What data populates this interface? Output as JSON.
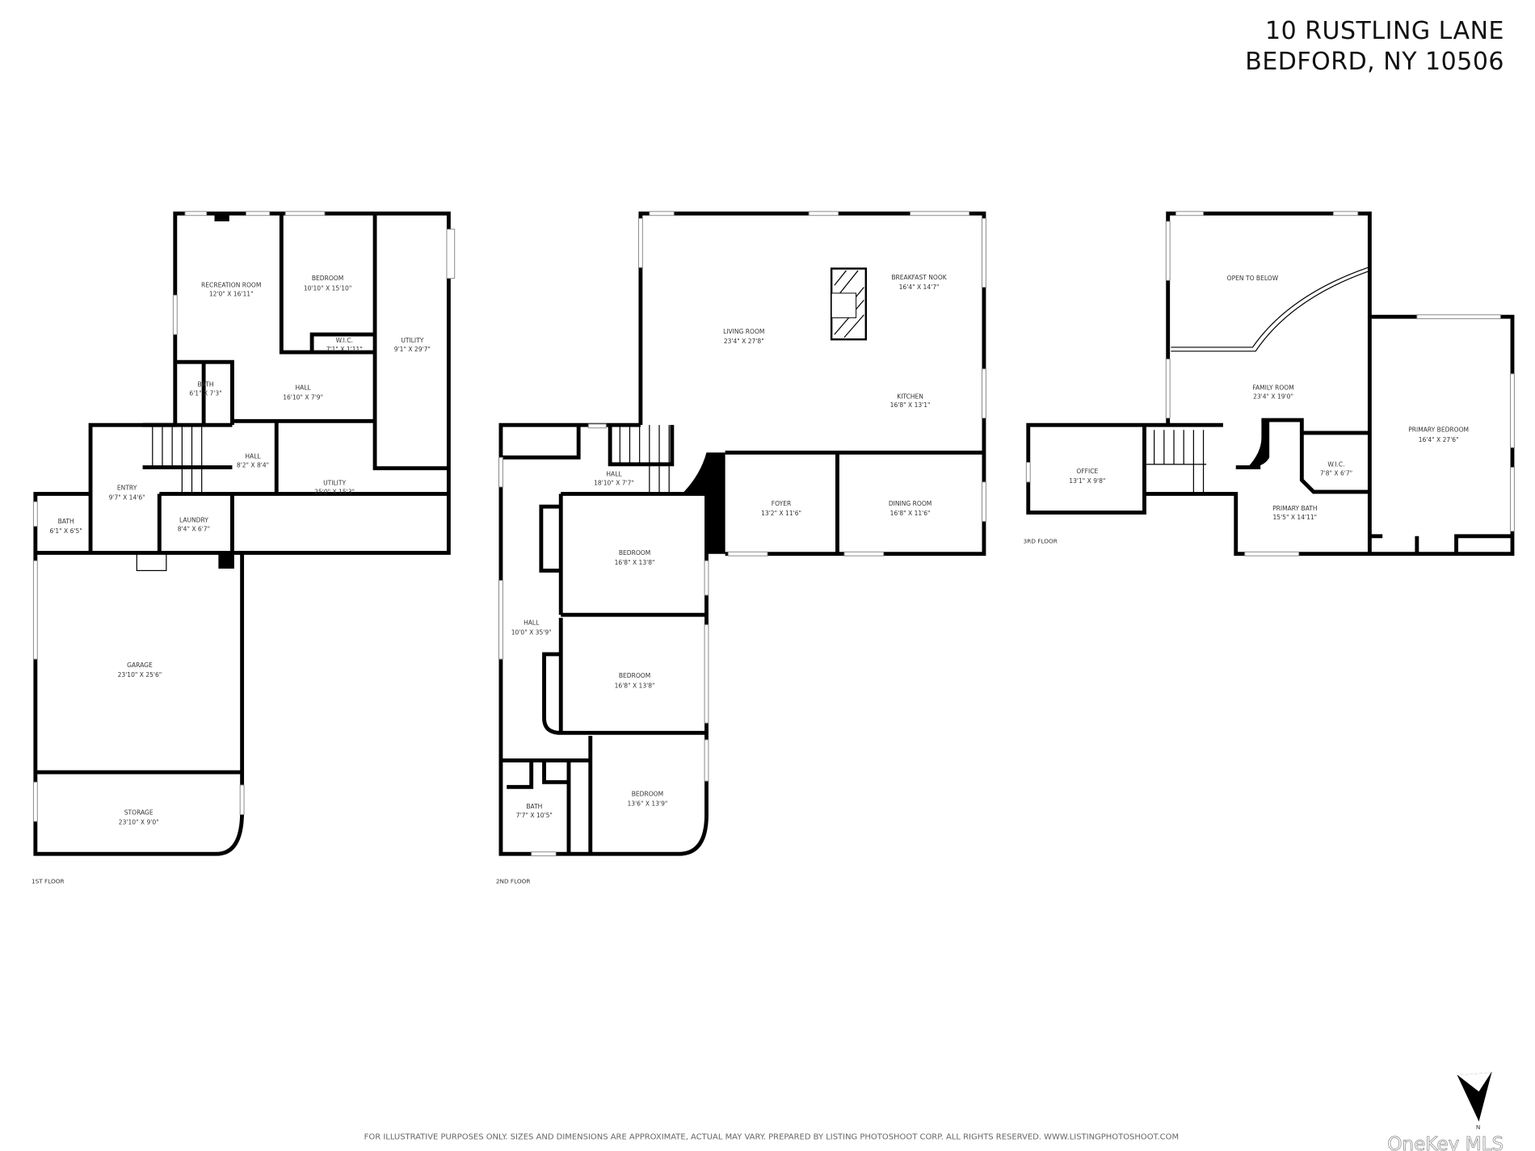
{
  "header": {
    "line1": "10 RUSTLING LANE",
    "line2": "BEDFORD, NY 10506"
  },
  "floors": [
    {
      "label": "1ST FLOOR",
      "rooms": [
        {
          "name": "RECREATION ROOM",
          "dims": "12'0\" X 16'11\""
        },
        {
          "name": "BEDROOM",
          "dims": "10'10\" X 15'10\""
        },
        {
          "name": "W.I.C.",
          "dims": "7'1\" X 1'11\""
        },
        {
          "name": "UTILITY",
          "dims": "9'1\" X 29'7\""
        },
        {
          "name": "BATH",
          "dims": "6'1\" X 7'3\""
        },
        {
          "name": "HALL",
          "dims": "16'10\" X 7'9\""
        },
        {
          "name": "HALL",
          "dims": "8'2\" X 8'4\""
        },
        {
          "name": "UTILITY",
          "dims": "25'0\" X 15'3\""
        },
        {
          "name": "ENTRY",
          "dims": "9'7\" X 14'6\""
        },
        {
          "name": "BATH",
          "dims": "6'1\" X 6'5\""
        },
        {
          "name": "LAUNDRY",
          "dims": "8'4\" X 6'7\""
        },
        {
          "name": "GARAGE",
          "dims": "23'10\" X 25'6\""
        },
        {
          "name": "STORAGE",
          "dims": "23'10\" X 9'0\""
        }
      ]
    },
    {
      "label": "2ND FLOOR",
      "rooms": [
        {
          "name": "LIVING ROOM",
          "dims": "23'4\" X 27'8\""
        },
        {
          "name": "BREAKFAST NOOK",
          "dims": "16'4\" X 14'7\""
        },
        {
          "name": "KITCHEN",
          "dims": "16'8\" X 13'1\""
        },
        {
          "name": "HALL",
          "dims": "18'10\" X 7'7\""
        },
        {
          "name": "FOYER",
          "dims": "13'2\" X 11'6\""
        },
        {
          "name": "DINING ROOM",
          "dims": "16'8\" X 11'6\""
        },
        {
          "name": "BEDROOM",
          "dims": "16'8\" X 13'8\""
        },
        {
          "name": "HALL",
          "dims": "10'0\" X 35'9\""
        },
        {
          "name": "BEDROOM",
          "dims": "16'8\" X 13'8\""
        },
        {
          "name": "BATH",
          "dims": "7'7\" X 10'5\""
        },
        {
          "name": "BEDROOM",
          "dims": "13'6\" X 13'9\""
        }
      ]
    },
    {
      "label": "3RD FLOOR",
      "rooms": [
        {
          "name": "OPEN TO BELOW",
          "dims": ""
        },
        {
          "name": "FAMILY ROOM",
          "dims": "23'4\" X 19'0\""
        },
        {
          "name": "PRIMARY BEDROOM",
          "dims": "16'4\" X 27'6\""
        },
        {
          "name": "OFFICE",
          "dims": "13'1\" X 9'8\""
        },
        {
          "name": "W.I.C.",
          "dims": "7'8\" X 6'7\""
        },
        {
          "name": "PRIMARY BATH",
          "dims": "15'5\" X 14'11\""
        }
      ]
    }
  ],
  "footer": {
    "disclaimer": "FOR ILLUSTRATIVE PURPOSES ONLY. SIZES AND DIMENSIONS ARE APPROXIMATE, ACTUAL MAY VARY. PREPARED BY LISTING PHOTOSHOOT CORP. ALL RIGHTS RESERVED. WWW.LISTINGPHOTOSHOOT.COM"
  },
  "compass": {
    "label": "N",
    "icon": "north-arrow-icon"
  },
  "watermark": {
    "text": "OneKey MLS"
  }
}
